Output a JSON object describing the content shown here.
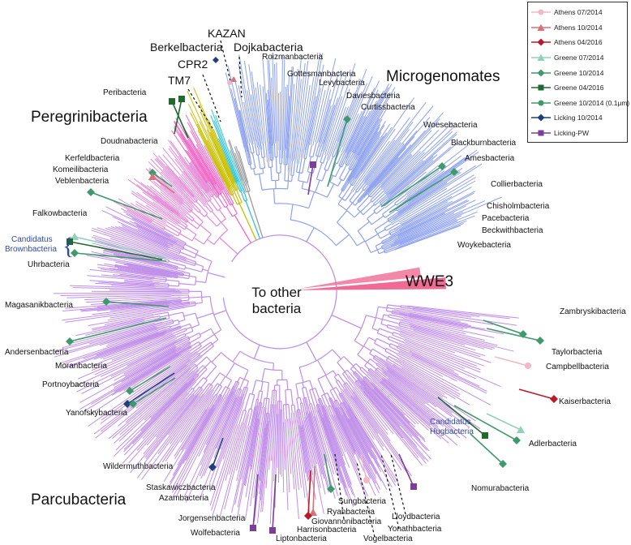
{
  "center_label": [
    "To other",
    "bacteria"
  ],
  "groups": [
    {
      "id": "peregrinibacteria",
      "text": "Peregrinibacteria",
      "size": "lg"
    },
    {
      "id": "microgenomates",
      "text": "Microgenomates",
      "size": "lg"
    },
    {
      "id": "parcubacteria",
      "text": "Parcubacteria",
      "size": "lg"
    },
    {
      "id": "wwe3",
      "text": "WWE3",
      "size": "lg"
    },
    {
      "id": "kazan",
      "text": "KAZAN",
      "size": "md"
    },
    {
      "id": "dojkabacteria",
      "text": "Dojkabacteria",
      "size": "md"
    },
    {
      "id": "berkelbacteria",
      "text": "Berkelbacteria",
      "size": "md"
    },
    {
      "id": "cpr2",
      "text": "CPR2",
      "size": "md"
    },
    {
      "id": "tm7",
      "text": "TM7",
      "size": "md"
    }
  ],
  "candidatus": [
    {
      "id": "brownbacteria",
      "lines": [
        "Candidatus",
        "Brownbacteria"
      ]
    },
    {
      "id": "hugbacteria",
      "lines": [
        "Candidatus",
        "Hugbacteria"
      ]
    }
  ],
  "taxa": [
    "Roizmanbacteria",
    "Gottesmanbacteria",
    "Levybacteria",
    "Daviesbacteria",
    "Curtissbacteria",
    "Woesebacteria",
    "Blackburnbacteria",
    "Amesbacteria",
    "Collierbacteria",
    "Chisholmbacteria",
    "Pacebacteria",
    "Beckwithbacteria",
    "Woykebacteria",
    "Peribacteria",
    "Doudnabacteria",
    "Kerfeldbacteria",
    "Komeilibacteria",
    "Veblenbacteria",
    "Falkowbacteria",
    "Uhrbacteria",
    "Magasanikbacteria",
    "Andersenbacteria",
    "Moranbacteria",
    "Portnoybacteria",
    "Yanofskybacteria",
    "Wildermuthbacteria",
    "Staskawiczbacteria",
    "Azambacteria",
    "Jorgensenbacteria",
    "Wolfebacteria",
    "Liptonbacteria",
    "Harrisonbacteria",
    "Giovannonibacteria",
    "Ryanbacteria",
    "Sungbacteria",
    "Vogelbacteria",
    "Yonathbacteria",
    "Lloydbacteria",
    "Nomurabacteria",
    "Adlerbacteria",
    "Kaiserbacteria",
    "Campbellbacteria",
    "Taylorbacteria",
    "Zambryskibacteria"
  ],
  "legend": [
    {
      "label": "Athens 07/2014",
      "color": "#f2b8c6",
      "shape": "circle"
    },
    {
      "label": "Athens 10/2014",
      "color": "#d4737a",
      "shape": "triangle"
    },
    {
      "label": "Athens 04/2016",
      "color": "#b81c2a",
      "shape": "diamond"
    },
    {
      "label": "Greene 07/2014",
      "color": "#8fd3b6",
      "shape": "triangle"
    },
    {
      "label": "Greene 10/2014",
      "color": "#3f9a6b",
      "shape": "diamond"
    },
    {
      "label": "Greene 04/2016",
      "color": "#1f6b2e",
      "shape": "square"
    },
    {
      "label": "Greene 10/2014 (0.1μm)",
      "color": "#3f9a6b",
      "shape": "circle"
    },
    {
      "label": "Licking 10/2014",
      "color": "#1e3f7a",
      "shape": "diamond"
    },
    {
      "label": "Licking-PW",
      "color": "#7b3f97",
      "shape": "square"
    }
  ],
  "clade_colors": {
    "microgenomates": "#8fa2ee",
    "parcubacteria": "#c08fe8",
    "peregrinibacteria": "#e58ad8",
    "tm7": "#f069c8",
    "wwe3": "#f06a94",
    "cpr2": "#c8c000",
    "kazan": "#2cc2d8",
    "grey": "#9a9a9a"
  }
}
